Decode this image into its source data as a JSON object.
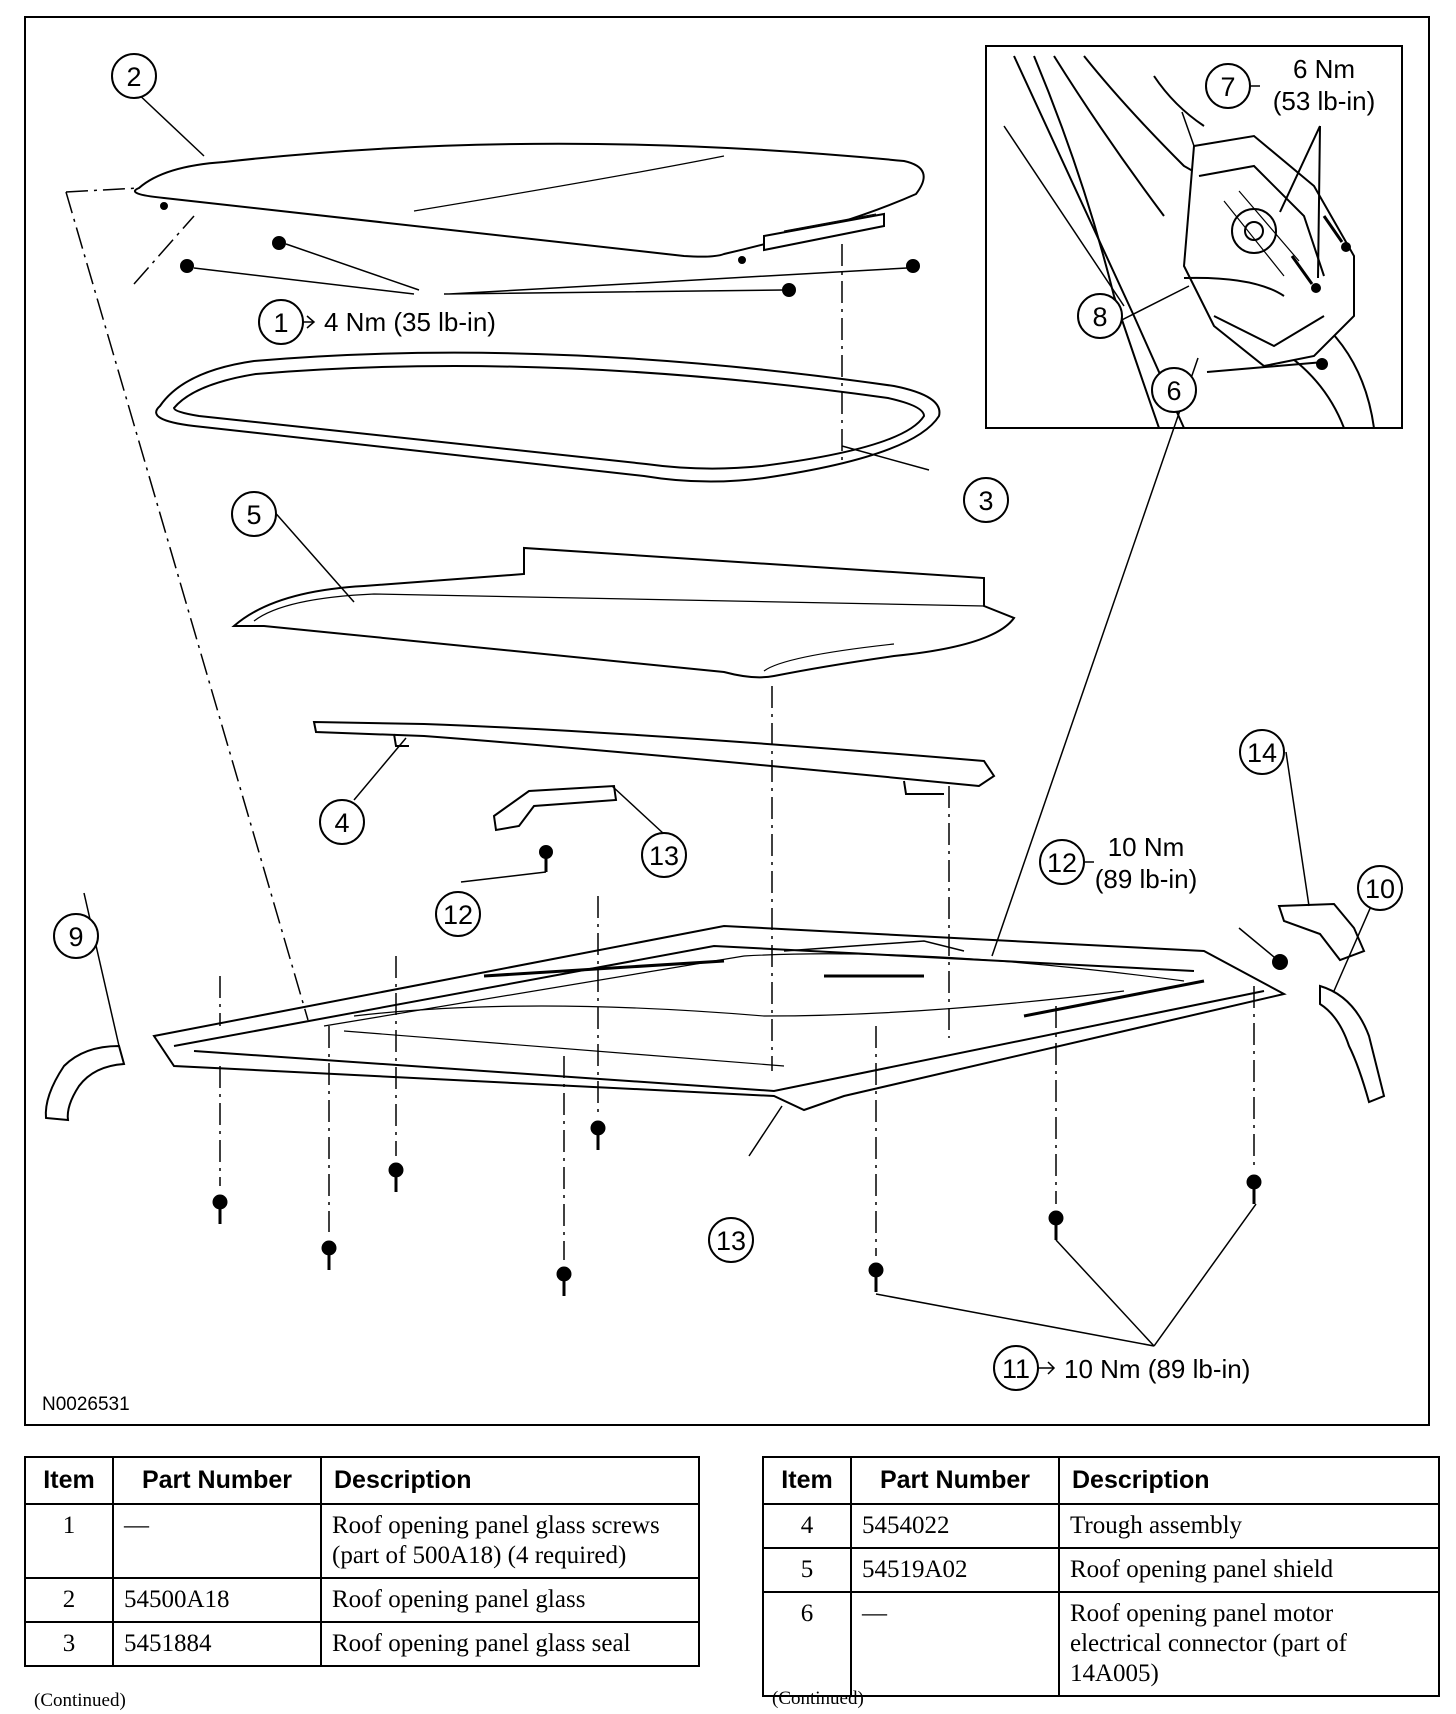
{
  "diagram": {
    "reference_code": "N0026531",
    "callouts": [
      {
        "id": "callout-1",
        "number": "1",
        "torque": "4 Nm (35 lb-in)"
      },
      {
        "id": "callout-2",
        "number": "2"
      },
      {
        "id": "callout-3",
        "number": "3"
      },
      {
        "id": "callout-4",
        "number": "4"
      },
      {
        "id": "callout-5",
        "number": "5"
      },
      {
        "id": "callout-6",
        "number": "6"
      },
      {
        "id": "callout-7",
        "number": "7",
        "torque_line1": "6 Nm",
        "torque_line2": "(53 lb-in)"
      },
      {
        "id": "callout-8",
        "number": "8"
      },
      {
        "id": "callout-9",
        "number": "9"
      },
      {
        "id": "callout-10",
        "number": "10"
      },
      {
        "id": "callout-11",
        "number": "11",
        "torque": "10 Nm (89 lb-in)"
      },
      {
        "id": "callout-12a",
        "number": "12"
      },
      {
        "id": "callout-12b",
        "number": "12",
        "torque_line1": "10 Nm",
        "torque_line2": "(89 lb-in)"
      },
      {
        "id": "callout-13a",
        "number": "13"
      },
      {
        "id": "callout-13b",
        "number": "13"
      },
      {
        "id": "callout-14",
        "number": "14"
      }
    ]
  },
  "tables": [
    {
      "headers": {
        "item": "Item",
        "part_number": "Part Number",
        "description": "Description"
      },
      "rows": [
        {
          "item": "1",
          "part_number": "—",
          "description": "Roof opening panel glass screws (part of 500A18) (4 required)"
        },
        {
          "item": "2",
          "part_number": "54500A18",
          "description": "Roof opening panel glass"
        },
        {
          "item": "3",
          "part_number": "5451884",
          "description": "Roof opening panel glass seal"
        }
      ],
      "footnote": "(Continued)"
    },
    {
      "headers": {
        "item": "Item",
        "part_number": "Part Number",
        "description": "Description"
      },
      "rows": [
        {
          "item": "4",
          "part_number": "5454022",
          "description": "Trough assembly"
        },
        {
          "item": "5",
          "part_number": "54519A02",
          "description": "Roof opening panel shield"
        },
        {
          "item": "6",
          "part_number": "—",
          "description": "Roof opening panel motor electrical connector (part of 14A005)"
        }
      ],
      "footnote": "(Continued)"
    }
  ]
}
